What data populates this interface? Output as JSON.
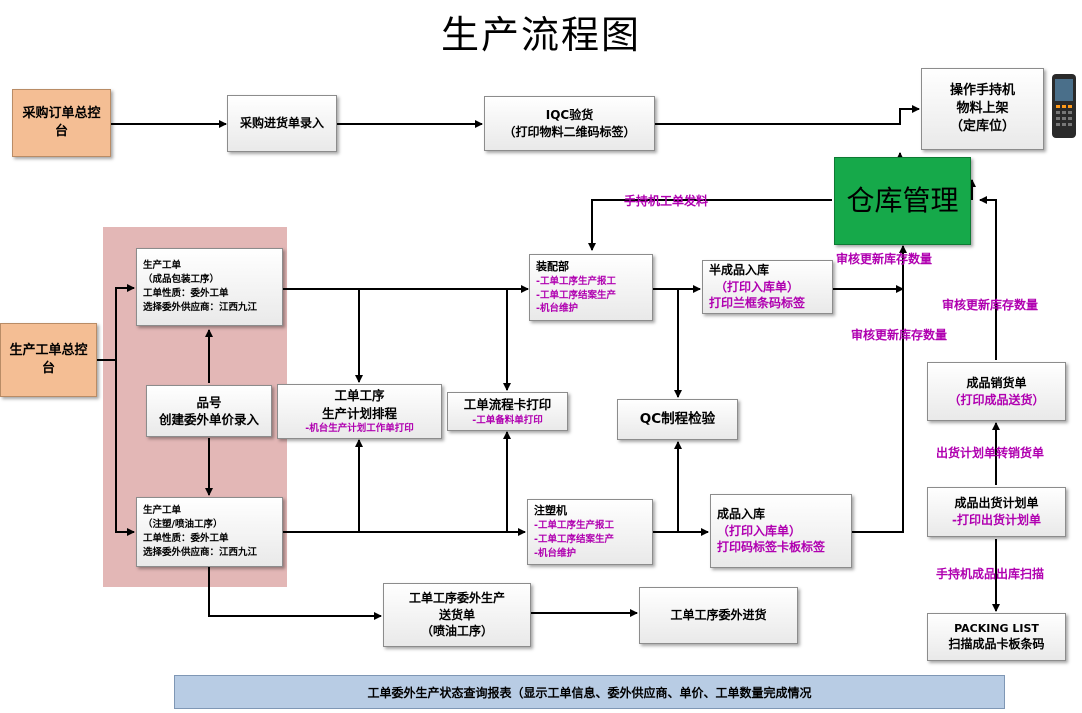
{
  "title": "生产流程图",
  "nodes": {
    "purchase_order": "采购订单总控台",
    "purchase_receipt": "采购进货单录入",
    "iqc": {
      "line1": "IQC验货",
      "line2": "（打印物料二维码标签）"
    },
    "handheld_shelf": {
      "line1": "操作手持机",
      "line2": "物料上架",
      "line3": "（定库位）"
    },
    "warehouse": "仓库管理",
    "production_console": "生产工单总控台",
    "wo_packaging": {
      "line1": "生产工单",
      "line2": "（成品包装工序）",
      "line3": "工单性质：委外工单",
      "line4": "选择委外供应商：江西九江"
    },
    "wo_injection": {
      "line1": "生产工单",
      "line2": "（注塑/喷油工序）",
      "line3": "工单性质：委外工单",
      "line4": "选择委外供应商：江西九江"
    },
    "part_price": {
      "line1": "品号",
      "line2": "创建委外单价录入"
    },
    "schedule": {
      "line1": "工单工序",
      "line2": "生产计划排程",
      "line3": "-机台生产计划工作单打印"
    },
    "flow_card": {
      "line1": "工单流程卡打印",
      "line2": "-工单备料单打印"
    },
    "assembly": {
      "line1": "装配部",
      "line2": "-工单工序生产报工",
      "line3": "-工单工序结案生产",
      "line4": "-机台维护"
    },
    "injection": {
      "line1": "注塑机",
      "line2": "-工单工序生产报工",
      "line3": "-工单工序结案生产",
      "line4": "-机台维护"
    },
    "semi_finished": {
      "line1": "半成品入库",
      "line2": "（打印入库单）",
      "line3": "打印兰框条码标签"
    },
    "qc": "QC制程检验",
    "finished": {
      "line1": "成品入库",
      "line2": "（打印入库单）",
      "line3": "打印码标签卡板标签"
    },
    "outsource_delivery": {
      "line1": "工单工序委外生产",
      "line2": "送货单",
      "line3": "（喷油工序）"
    },
    "outsource_receipt": "工单工序委外进货",
    "sales_delivery": {
      "line1": "成品销货单",
      "line2": "（打印成品送货）"
    },
    "shipping_plan": {
      "line1": "成品出货计划单",
      "line2": "-打印出货计划单"
    },
    "packing_list": {
      "line1": "PACKING LIST",
      "line2": "扫描成品卡板条码"
    }
  },
  "labels": {
    "handheld_issue": "手持机工单发料",
    "audit_1": "审核更新库存数量",
    "audit_2": "审核更新库存数量",
    "audit_3": "审核更新库存数量",
    "plan_to_sales": "出货计划单转销货单",
    "handheld_scan": "手持机成品出库扫描"
  },
  "report": "工单委外生产状态查询报表（显示工单信息、委外供应商、单价、工单数量完成情况",
  "colors": {
    "orange": "#f4be94",
    "green": "#16a94a",
    "pink": "#e3b7b6",
    "magenta": "#b000b0",
    "report": "#b8cce4"
  },
  "icons": {
    "handheld": "handheld-scanner-icon"
  }
}
